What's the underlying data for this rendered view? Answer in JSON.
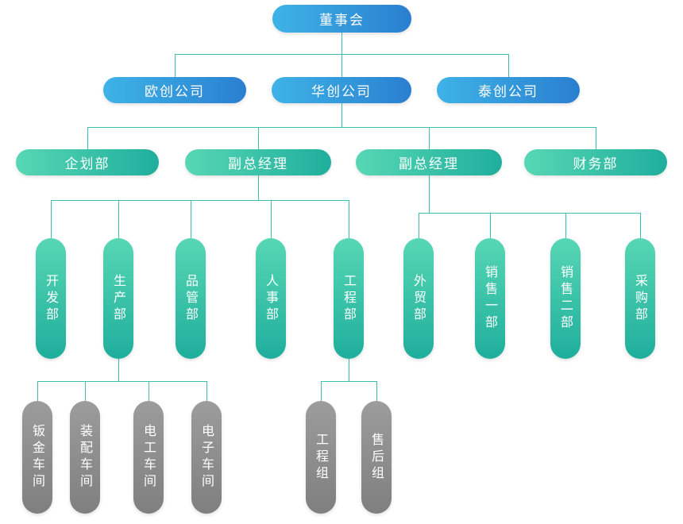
{
  "org": {
    "board": {
      "label": "董事会"
    },
    "companies": [
      {
        "label": "欧创公司"
      },
      {
        "label": "华创公司"
      },
      {
        "label": "泰创公司"
      }
    ],
    "management": [
      {
        "label": "企划部"
      },
      {
        "label": "副总经理"
      },
      {
        "label": "副总经理"
      },
      {
        "label": "财务部"
      }
    ],
    "departments_left": [
      {
        "label": "开发部"
      },
      {
        "label": "生产部"
      },
      {
        "label": "品管部"
      },
      {
        "label": "人事部"
      },
      {
        "label": "工程部"
      }
    ],
    "departments_right": [
      {
        "label": "外贸部"
      },
      {
        "label": "销售一部"
      },
      {
        "label": "销售二部"
      },
      {
        "label": "采购部"
      }
    ],
    "workshops": [
      {
        "label": "钣金车间"
      },
      {
        "label": "装配车间"
      },
      {
        "label": "电工车间"
      },
      {
        "label": "电子车间"
      }
    ],
    "engineering_teams": [
      {
        "label": "工程组"
      },
      {
        "label": "售后组"
      }
    ]
  },
  "colors": {
    "blue_start": "#3eb3e7",
    "blue_end": "#2a7fd0",
    "teal_start": "#57d7b4",
    "teal_end": "#1fae9d",
    "gray_start": "#9c9c9c",
    "gray_end": "#7f7f7f",
    "line": "#3bbfae"
  }
}
